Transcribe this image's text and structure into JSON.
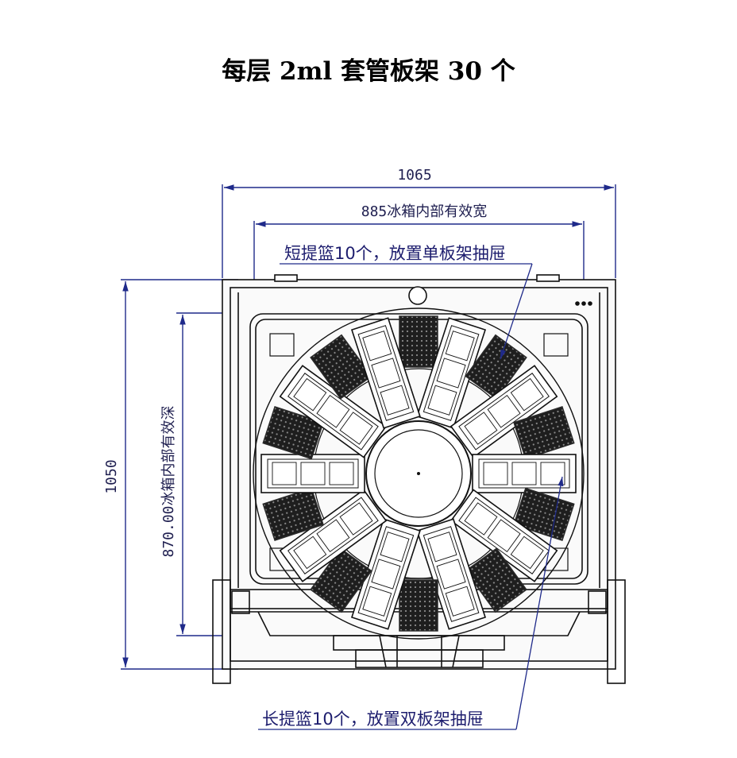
{
  "title": "每层 2ml 套管板架 30 个",
  "dimensions": {
    "overall_width": "1065",
    "inner_width": "885冰箱内部有效宽",
    "overall_depth": "1050",
    "inner_depth": "870.00冰箱内部有效深"
  },
  "annotations": {
    "short_basket": "短提篮10个，放置单板架抽屉",
    "long_basket": "长提篮10个，放置双板架抽屉"
  },
  "colors": {
    "dimension_line": "#1f2a8a",
    "drawing_line": "#111111",
    "filled_basket": "#2a2a2a"
  },
  "basket_counts": {
    "short": 10,
    "long": 10
  }
}
